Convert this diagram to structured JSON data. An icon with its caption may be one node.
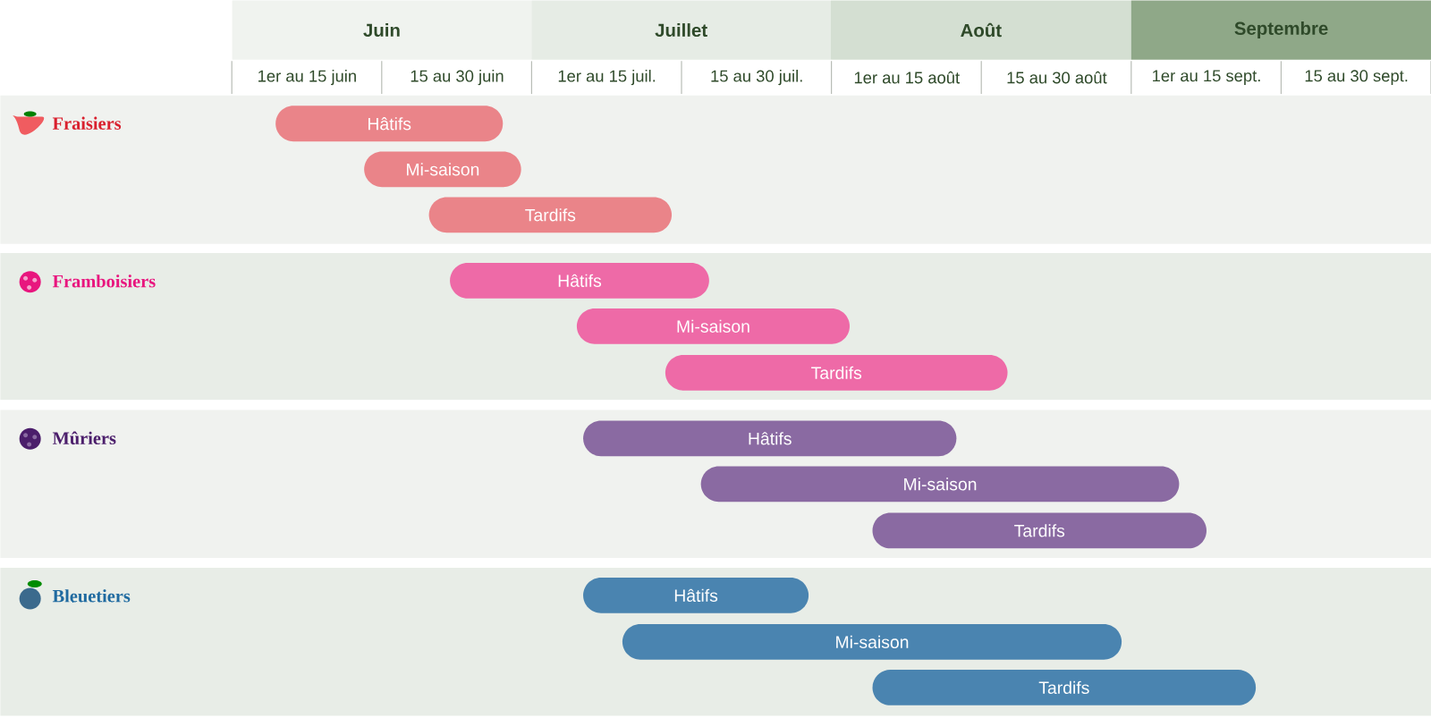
{
  "diagram": {
    "nodes": [
      {
        "text": [
          "Fraisiers"
        ]
      },
      {
        "text": [
          "Hâtifs"
        ],
        "in": 0
      },
      {
        "text": [
          "Mi-saison"
        ],
        "in": 0
      },
      {
        "text": [
          "Tardifs"
        ],
        "in": 0
      },
      {
        "text": [
          "Framboisiers"
        ]
      },
      {
        "text": [
          "Hâtifs"
        ],
        "in": 4
      },
      {
        "text": [
          "Mi-saison"
        ],
        "in": 4
      },
      {
        "text": [
          "Tardifs"
        ],
        "in": 4
      },
      {
        "text": [
          "Mûriers"
        ]
      },
      {
        "text": [
          "Hâtifs"
        ],
        "in": 8
      },
      {
        "text": [
          "Mi-saison"
        ],
        "in": 8
      },
      {
        "text": [
          "Tardifs"
        ],
        "in": 8
      },
      {
        "text": [
          "Bleuetiers"
        ]
      },
      {
        "text": [
          "Hâtifs"
        ],
        "in": 12
      },
      {
        "text": [
          "Mi-saison"
        ],
        "in": 12
      },
      {
        "text": [
          "Tardifs"
        ],
        "in": 12
      }
    ],
    "labels": [
      "Juin",
      "Juillet",
      "Août",
      "Septembre",
      "1er au 15 juin",
      "15 au 30 juin",
      "1er au 15 juil.",
      "15 au 30 juil.",
      "1er au 15 août",
      "15 au 30 août",
      "1er au 15 sept.",
      "15 au 30 sept."
    ]
  }
}
